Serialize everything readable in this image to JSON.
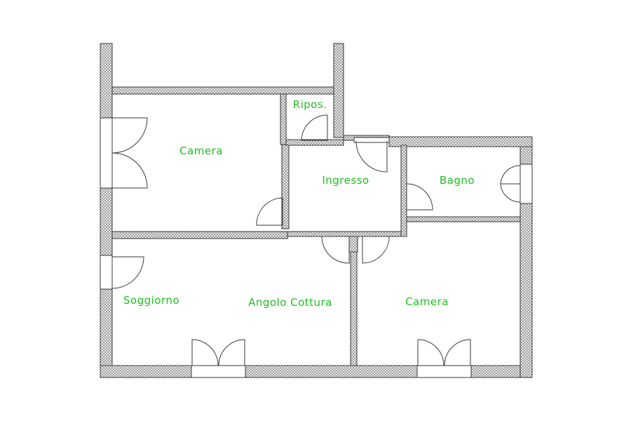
{
  "plan": {
    "colors": {
      "label": "#1fbf1f",
      "wall_line": "#3a3a3a",
      "hatch": "#8a8a8a",
      "background": "#ffffff"
    },
    "rooms": [
      {
        "id": "camera-1",
        "label": "Camera"
      },
      {
        "id": "ripostiglio",
        "label": "Ripos."
      },
      {
        "id": "ingresso",
        "label": "Ingresso"
      },
      {
        "id": "bagno",
        "label": "Bagno"
      },
      {
        "id": "soggiorno",
        "label": "Soggiorno"
      },
      {
        "id": "angolo-cottura",
        "label": "Angolo Cottura"
      },
      {
        "id": "camera-2",
        "label": "Camera"
      }
    ]
  }
}
